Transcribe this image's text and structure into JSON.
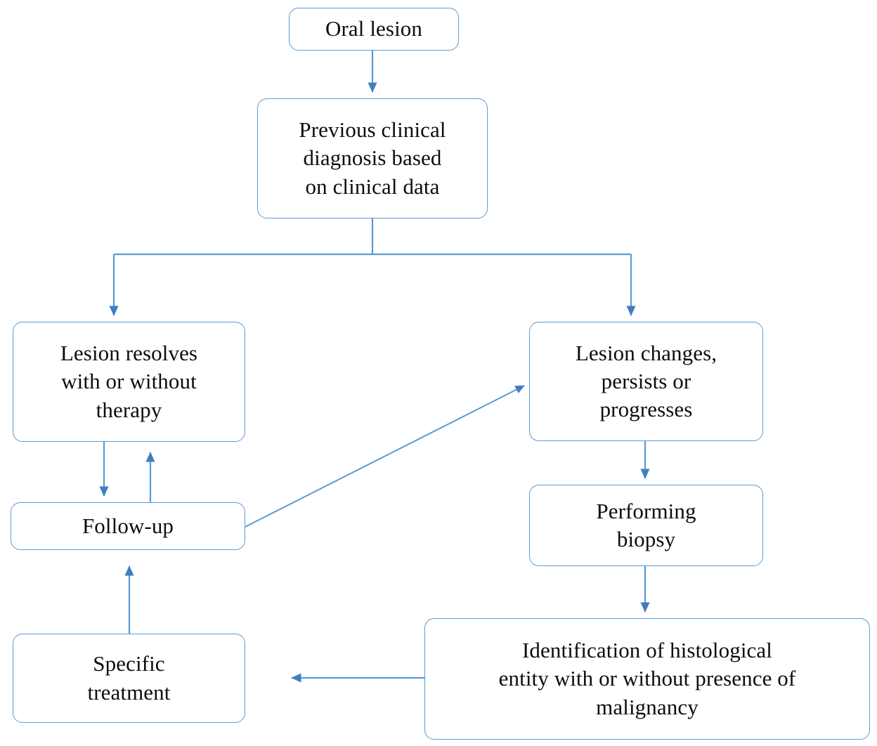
{
  "diagram": {
    "type": "flowchart",
    "orientation": "top-down",
    "background_color": "#ffffff",
    "node_border_color": "#5B9BD5",
    "node_fill_color": "#ffffff",
    "edge_color": "#5B9BD5",
    "text_color": "#0d0d0d",
    "nodes": [
      {
        "id": "oral-lesion",
        "label": "Oral lesion"
      },
      {
        "id": "previous-dx",
        "label": "Previous clinical\ndiagnosis based\non clinical data"
      },
      {
        "id": "lesion-resolves",
        "label": "Lesion resolves\nwith or without\ntherapy"
      },
      {
        "id": "lesion-changes",
        "label": "Lesion changes,\npersists or\nprogresses"
      },
      {
        "id": "follow-up",
        "label": "Follow-up"
      },
      {
        "id": "performing-biopsy",
        "label": "Performing\nbiopsy"
      },
      {
        "id": "specific-tx",
        "label": "Specific\ntreatment"
      },
      {
        "id": "identification",
        "label": "Identification of histological\nentity with or without presence of\nmalignancy"
      }
    ],
    "edges": [
      {
        "id": "e-oral-to-previous",
        "from": "oral-lesion",
        "to": "previous-dx",
        "style": "straight-down"
      },
      {
        "id": "e-previous-to-resolves",
        "from": "previous-dx",
        "to": "lesion-resolves",
        "style": "elbow-left"
      },
      {
        "id": "e-previous-to-changes",
        "from": "previous-dx",
        "to": "lesion-changes",
        "style": "elbow-right"
      },
      {
        "id": "e-resolves-to-followup",
        "from": "lesion-resolves",
        "to": "follow-up",
        "style": "straight-down"
      },
      {
        "id": "e-followup-to-resolves",
        "from": "follow-up",
        "to": "lesion-resolves",
        "style": "straight-up"
      },
      {
        "id": "e-followup-to-changes",
        "from": "follow-up",
        "to": "lesion-changes",
        "style": "diagonal"
      },
      {
        "id": "e-changes-to-biopsy",
        "from": "lesion-changes",
        "to": "performing-biopsy",
        "style": "straight-down"
      },
      {
        "id": "e-biopsy-to-identification",
        "from": "performing-biopsy",
        "to": "identification",
        "style": "straight-down"
      },
      {
        "id": "e-identification-to-tx",
        "from": "identification",
        "to": "specific-tx",
        "style": "elbow-left"
      },
      {
        "id": "e-tx-to-followup",
        "from": "specific-tx",
        "to": "follow-up",
        "style": "straight-up"
      }
    ]
  }
}
